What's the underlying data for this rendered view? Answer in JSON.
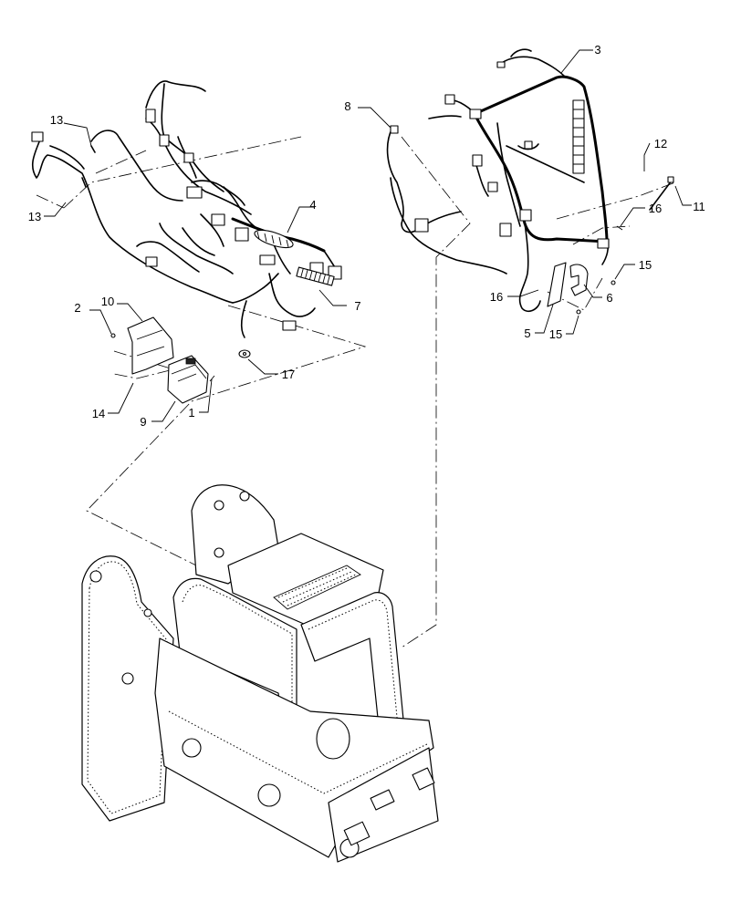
{
  "diagram": {
    "callouts": [
      {
        "id": "13a",
        "label": "13"
      },
      {
        "id": "13b",
        "label": "13"
      },
      {
        "id": "4",
        "label": "4"
      },
      {
        "id": "7",
        "label": "7"
      },
      {
        "id": "17",
        "label": "17"
      },
      {
        "id": "2",
        "label": "2"
      },
      {
        "id": "10",
        "label": "10"
      },
      {
        "id": "14",
        "label": "14"
      },
      {
        "id": "9",
        "label": "9"
      },
      {
        "id": "1",
        "label": "1"
      },
      {
        "id": "8",
        "label": "8"
      },
      {
        "id": "3",
        "label": "3"
      },
      {
        "id": "12",
        "label": "12"
      },
      {
        "id": "11",
        "label": "11"
      },
      {
        "id": "16a",
        "label": "16"
      },
      {
        "id": "15a",
        "label": "15"
      },
      {
        "id": "16b",
        "label": "16"
      },
      {
        "id": "6",
        "label": "6"
      },
      {
        "id": "5",
        "label": "5"
      },
      {
        "id": "15b",
        "label": "15"
      }
    ]
  }
}
